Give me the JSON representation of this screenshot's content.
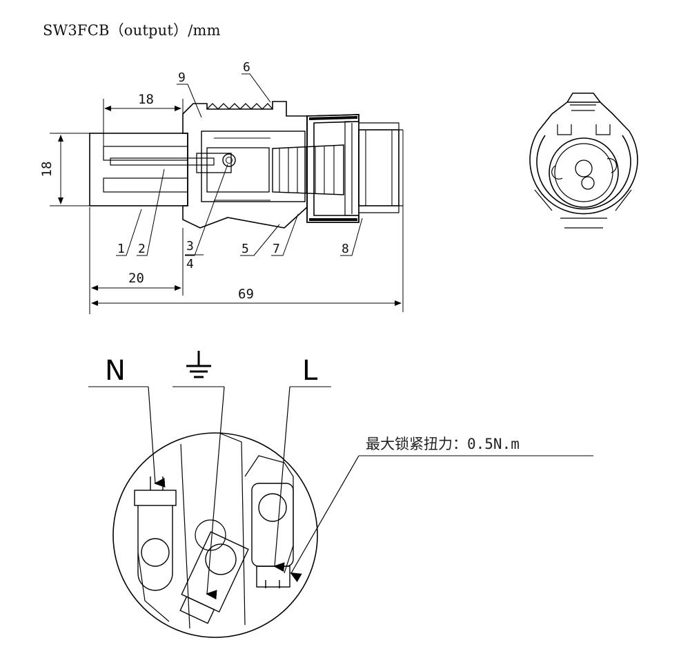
{
  "title": "SW3FCB（output）/mm",
  "dimensions": {
    "length_18_top": "18",
    "height_18_side": "18",
    "length_20": "20",
    "length_69": "69"
  },
  "callouts": [
    "1",
    "2",
    "3",
    "4",
    "5",
    "6",
    "7",
    "8",
    "9"
  ],
  "terminals": {
    "neutral": "N",
    "live": "L",
    "earth_icon": "ground-symbol-icon"
  },
  "torque_note": "最大锁紧扭力：0.5N.m",
  "colors": {
    "line": "#000000",
    "background": "#ffffff"
  }
}
